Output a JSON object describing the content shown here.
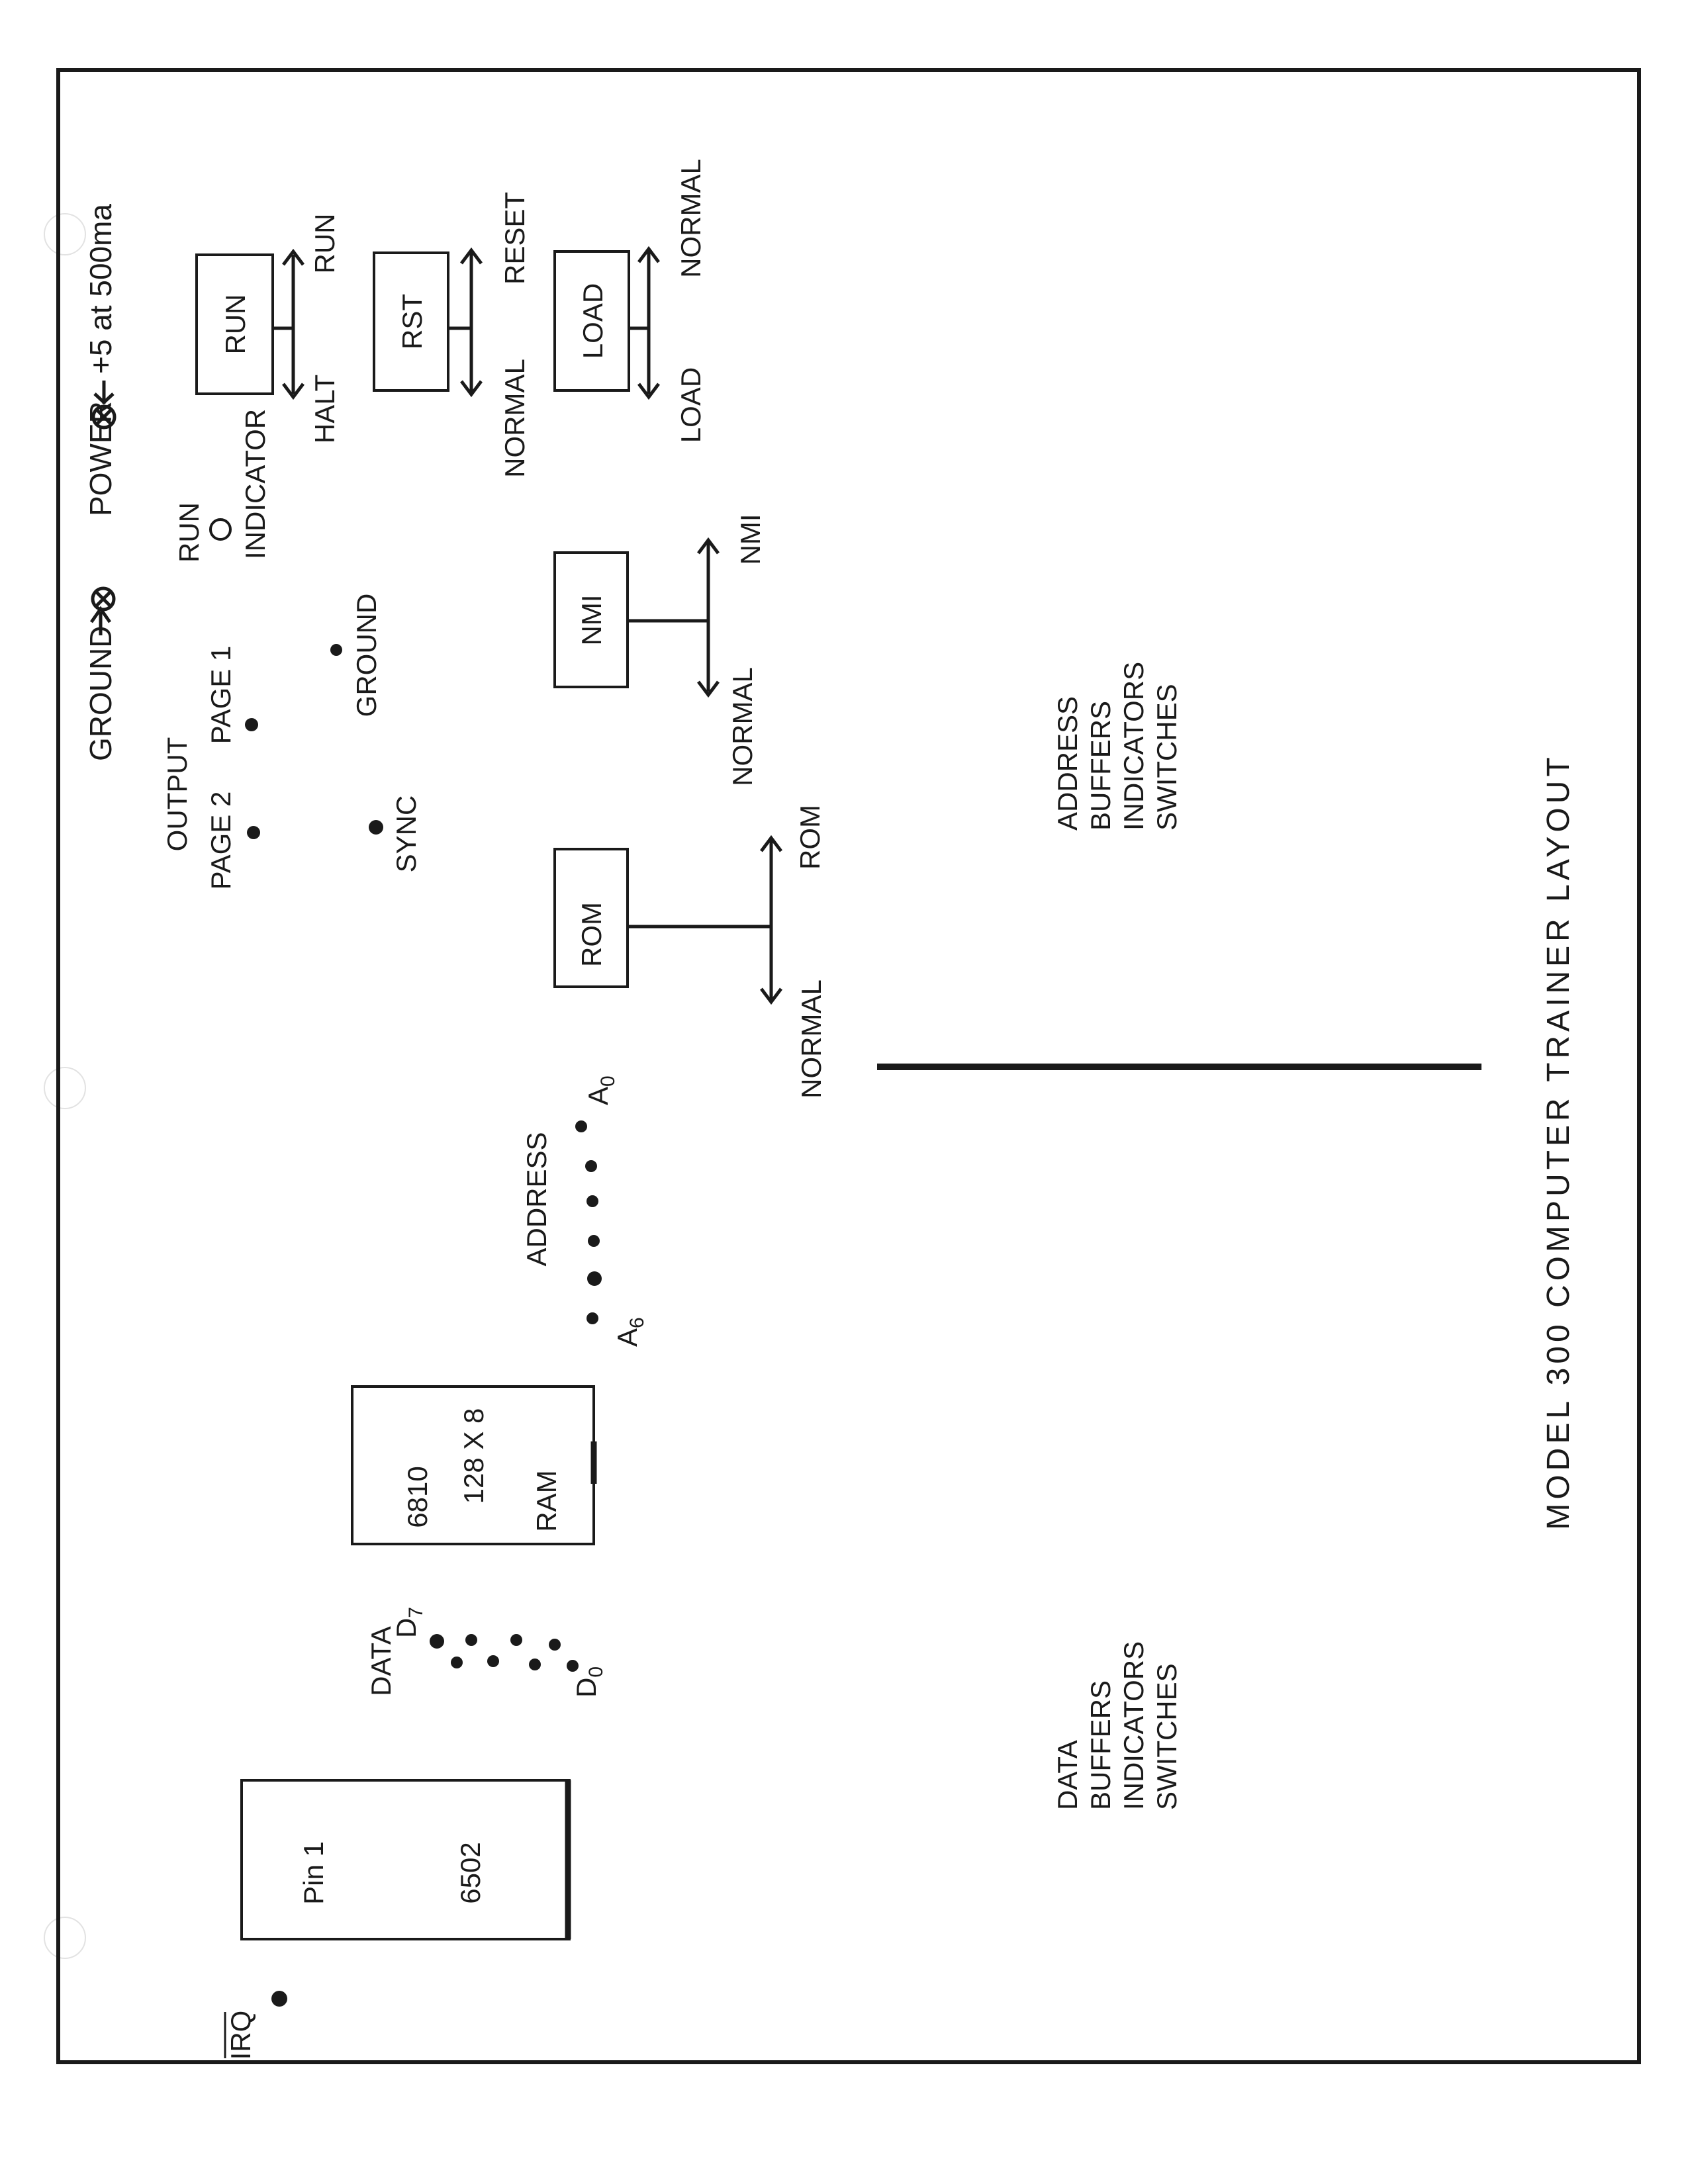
{
  "title": "MODEL 300 COMPUTER TRAINER LAYOUT",
  "power": {
    "ground_label": "GROUND",
    "power_label": "POWER",
    "supply_label": "+5 at 500ma"
  },
  "indicators": {
    "run_label": "RUN",
    "indicator_label": "INDICATOR"
  },
  "switches": {
    "run": {
      "box": "RUN",
      "up": "RUN",
      "down": "HALT"
    },
    "rst": {
      "box": "RST",
      "up": "RESET",
      "down": "NORMAL"
    },
    "load": {
      "box": "LOAD",
      "up": "NORMAL",
      "down": "LOAD"
    },
    "nmi": {
      "box": "NMI",
      "up": "NMI",
      "down": "NORMAL"
    },
    "rom": {
      "box": "ROM",
      "up": "ROM",
      "down": "NORMAL"
    }
  },
  "output": {
    "label": "OUTPUT",
    "page1": "PAGE 1",
    "page2": "PAGE 2",
    "ground": "GROUND",
    "sync": "SYNC"
  },
  "address": {
    "label": "ADDRESS",
    "low_letter": "A",
    "low_sub": "0",
    "high_letter": "A",
    "high_sub": "6"
  },
  "ram": {
    "line1": "6810",
    "line2": "128 X 8",
    "line3": "RAM"
  },
  "data": {
    "label": "DATA",
    "high_letter": "D",
    "high_sub": "7",
    "low_letter": "D",
    "low_sub": "0"
  },
  "cpu": {
    "pin": "Pin 1",
    "chip": "6502"
  },
  "irq_label": "IRQ",
  "address_block": [
    "ADDRESS",
    "BUFFERS",
    "INDICATORS",
    "SWITCHES"
  ],
  "data_block": [
    "DATA",
    "BUFFERS",
    "INDICATORS",
    "SWITCHES"
  ]
}
